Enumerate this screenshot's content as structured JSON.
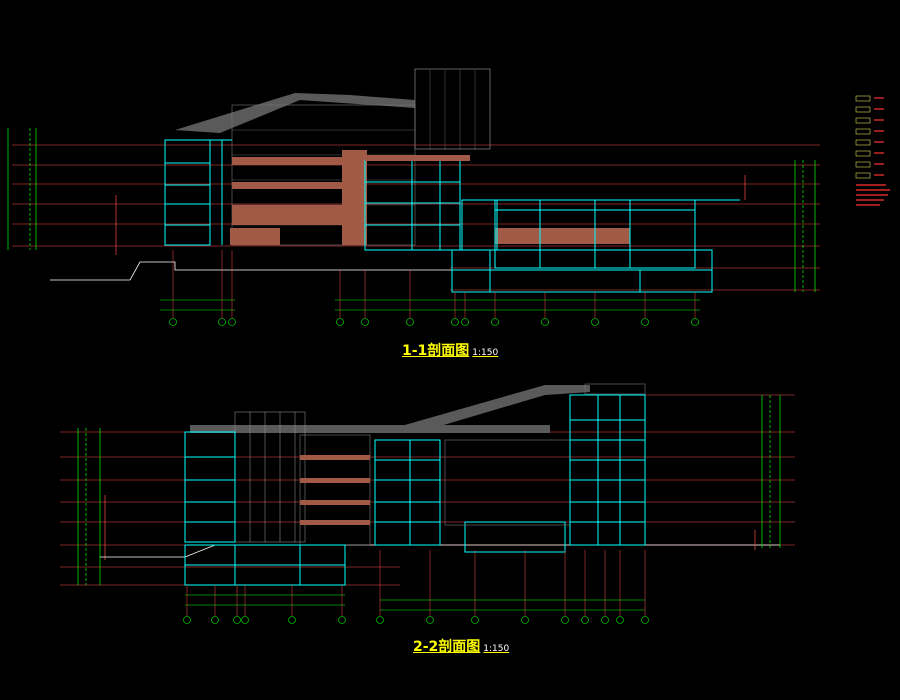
{
  "sections": [
    {
      "title": "1-1剖面图",
      "scale": "1:150"
    },
    {
      "title": "2-2剖面图",
      "scale": "1:150"
    }
  ],
  "colors": {
    "background": "#000000",
    "wall": "#00ffff",
    "slab": "#a05a46",
    "grid_line": "#ff3333",
    "dimension": "#00ff00",
    "elevation": "#ffff00",
    "roof": "#5a5a5a",
    "title": "#ffff00"
  }
}
